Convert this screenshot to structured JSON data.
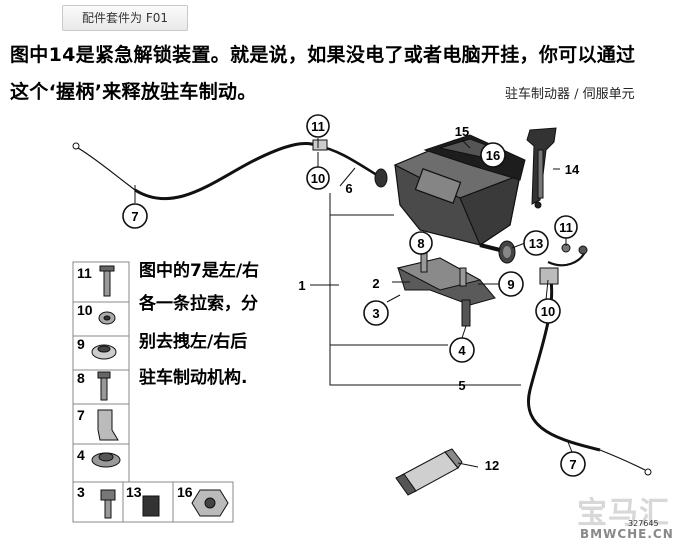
{
  "button": {
    "label": "配件套件为 F01"
  },
  "headline": {
    "line1": "图中14是紧急解锁装置。就是说，如果没电了或者电脑开挂，你可以通过",
    "line2": "这个‘握柄’来释放驻车制动。"
  },
  "subtitle": "驻车制动器 / 伺服单元",
  "annotation": {
    "lines": [
      "图中的7是左/右",
      "各一条拉索，分",
      "别去拽左/右后",
      "驻车制动机构."
    ]
  },
  "callouts": {
    "c11a": "11",
    "c10a": "10",
    "c7a": "7",
    "c6": "6",
    "c15": "15",
    "c16": "16",
    "c14": "14",
    "c8": "8",
    "c1": "1",
    "c2": "2",
    "c3": "3",
    "c9": "9",
    "c13": "13",
    "c11b": "11",
    "c10b": "10",
    "c4": "4",
    "c5": "5",
    "c12": "12",
    "c7b": "7"
  },
  "parts_legend": {
    "items": [
      "11",
      "10",
      "9",
      "8",
      "7",
      "4",
      "3",
      "13",
      "16"
    ]
  },
  "doc_number": "327645",
  "watermark": {
    "logo": "宝马汇",
    "url": "BMWCHE.CN"
  }
}
